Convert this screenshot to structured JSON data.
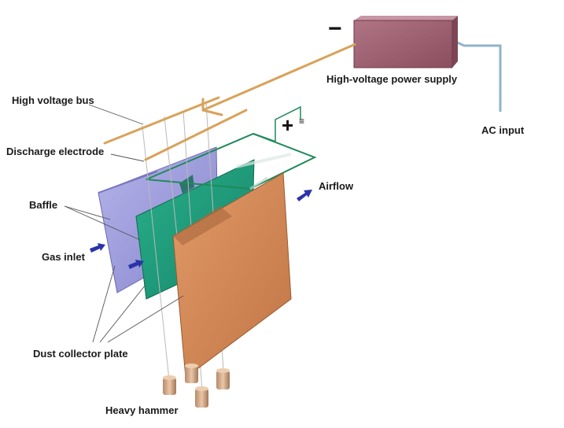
{
  "labels": {
    "power_supply": "High-voltage power supply",
    "ac_input": "AC input",
    "high_voltage_bus": "High voltage bus",
    "discharge_electrode": "Discharge electrode",
    "baffle": "Baffle",
    "gas_inlet": "Gas inlet",
    "dust_collector_plate": "Dust collector plate",
    "heavy_hammer": "Heavy hammer",
    "airflow": "Airflow"
  },
  "signs": {
    "negative": "−",
    "positive": "+"
  },
  "icons": {
    "gas_inlet_arrow": "arrow-right-icon",
    "airflow_arrow": "arrow-up-right-icon",
    "ground": "ground-icon"
  },
  "colors": {
    "power_supply": "#9b5c6c",
    "plate_back": "#9a98d8",
    "plate_middle": "#1f9e7a",
    "plate_front": "#d48a5a",
    "bus_wire": "#d9a25a",
    "arrows": "#2a34a8",
    "frame_line": "#1f8a5a"
  }
}
